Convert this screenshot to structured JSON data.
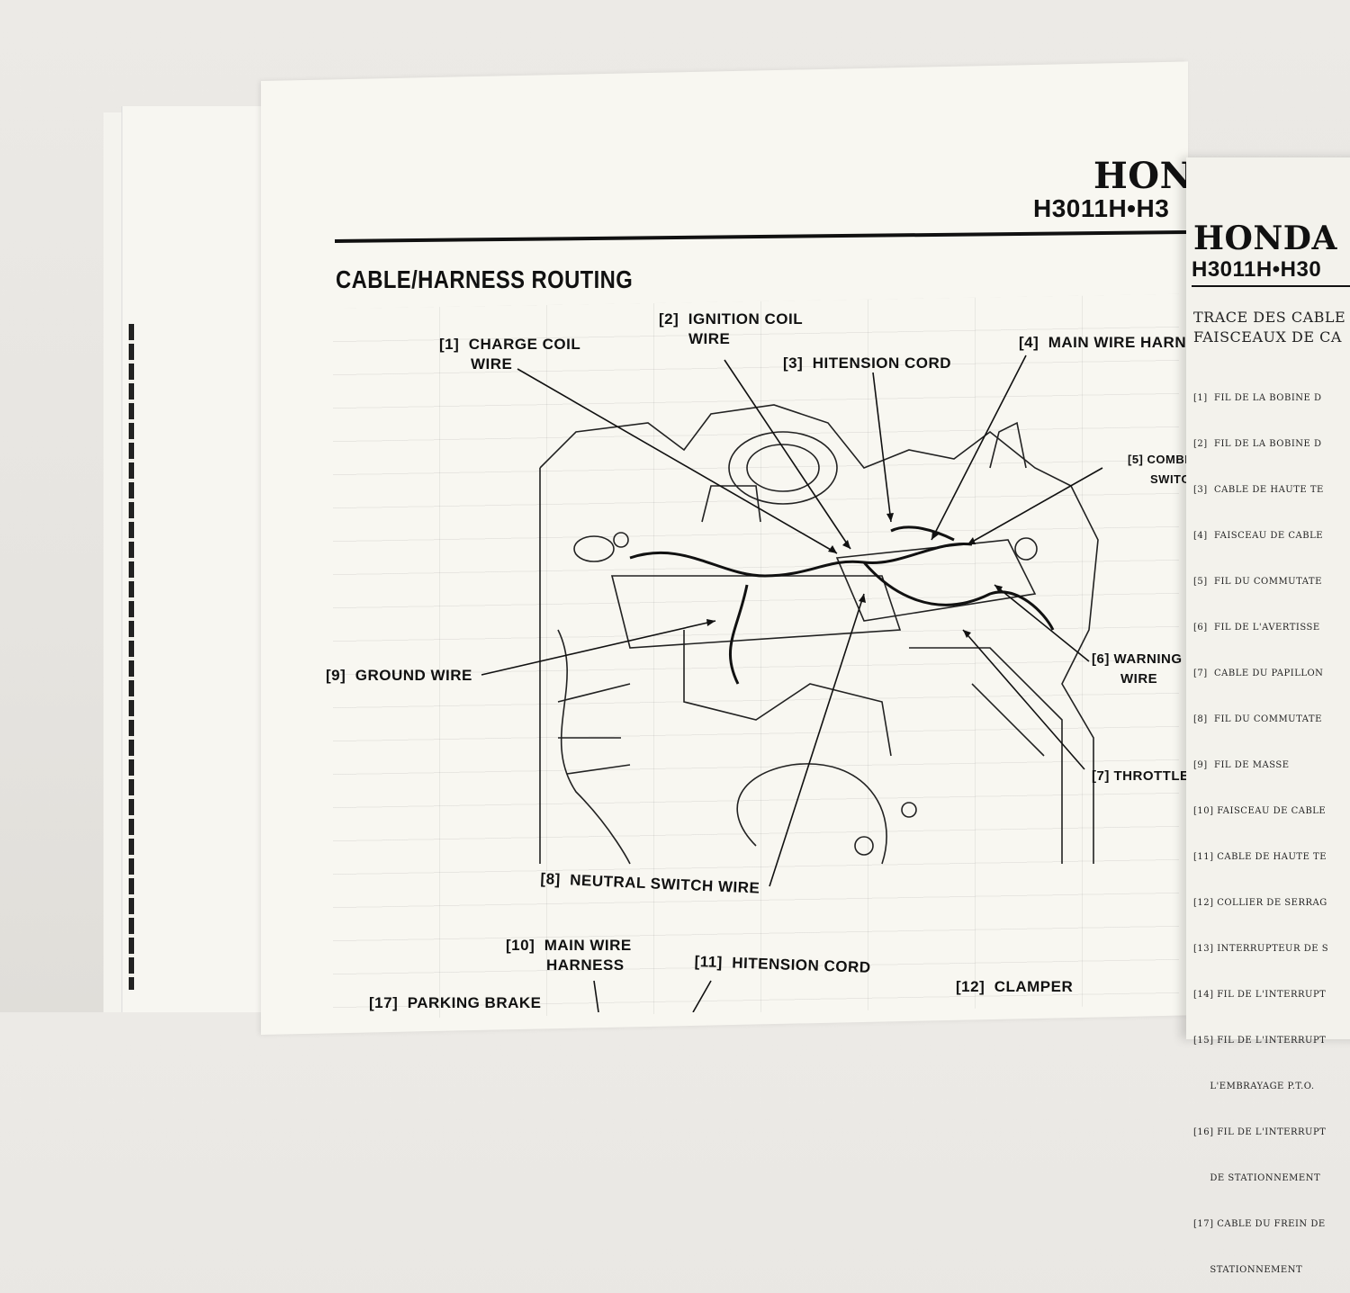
{
  "left_page": {
    "brand": "HON",
    "model": "H3011H•H3",
    "section_title": "CABLE/HARNESS ROUTING",
    "callouts": [
      {
        "num": "[1]",
        "text": "CHARGE COIL",
        "text2": "WIRE"
      },
      {
        "num": "[2]",
        "text": "IGNITION COIL",
        "text2": "WIRE"
      },
      {
        "num": "[3]",
        "text": "HITENSION CORD"
      },
      {
        "num": "[4]",
        "text": "MAIN WIRE HARNE"
      },
      {
        "num": "[5]",
        "text": "COMBI",
        "text2": "SWITCH"
      },
      {
        "num": "[6]",
        "text": "WARNING",
        "text2": "WIRE"
      },
      {
        "num": "[7]",
        "text": "THROTTLE"
      },
      {
        "num": "[8]",
        "text": "NEUTRAL SWITCH WIRE"
      },
      {
        "num": "[9]",
        "text": "GROUND WIRE"
      },
      {
        "num": "[10]",
        "text": "MAIN WIRE",
        "text2": "HARNESS"
      },
      {
        "num": "[11]",
        "text": "HITENSION CORD"
      },
      {
        "num": "[12]",
        "text": "CLAMPER"
      },
      {
        "num": "[17]",
        "text": "PARKING BRAKE"
      }
    ]
  },
  "right_page": {
    "brand": "HONDA",
    "model": "H3011H•H30",
    "heading_line1": "TRACE DES CABLE",
    "heading_line2": "FAISCEAUX DE CA",
    "items": [
      "[1]  FIL DE LA BOBINE D",
      "[2]  FIL DE LA BOBINE D",
      "[3]  CABLE DE HAUTE TE",
      "[4]  FAISCEAU DE CABLE",
      "[5]  FIL DU COMMUTATE",
      "[6]  FIL DE L'AVERTISSE",
      "[7]  CABLE DU PAPILLON",
      "[8]  FIL DU COMMUTATE",
      "[9]  FIL DE MASSE",
      "[10] FAISCEAU DE CABLE",
      "[11] CABLE DE HAUTE TE",
      "[12] COLLIER DE SERRAG",
      "[13] INTERRUPTEUR DE S",
      "[14] FIL DE L'INTERRUPT",
      "[15] FIL DE L'INTERRUPT",
      "     L'EMBRAYAGE P.T.O.",
      "[16] FIL DE L'INTERRUPT",
      "     DE STATIONNEMENT",
      "[17] CABLE DU FREIN DE",
      "     STATIONNEMENT"
    ]
  }
}
